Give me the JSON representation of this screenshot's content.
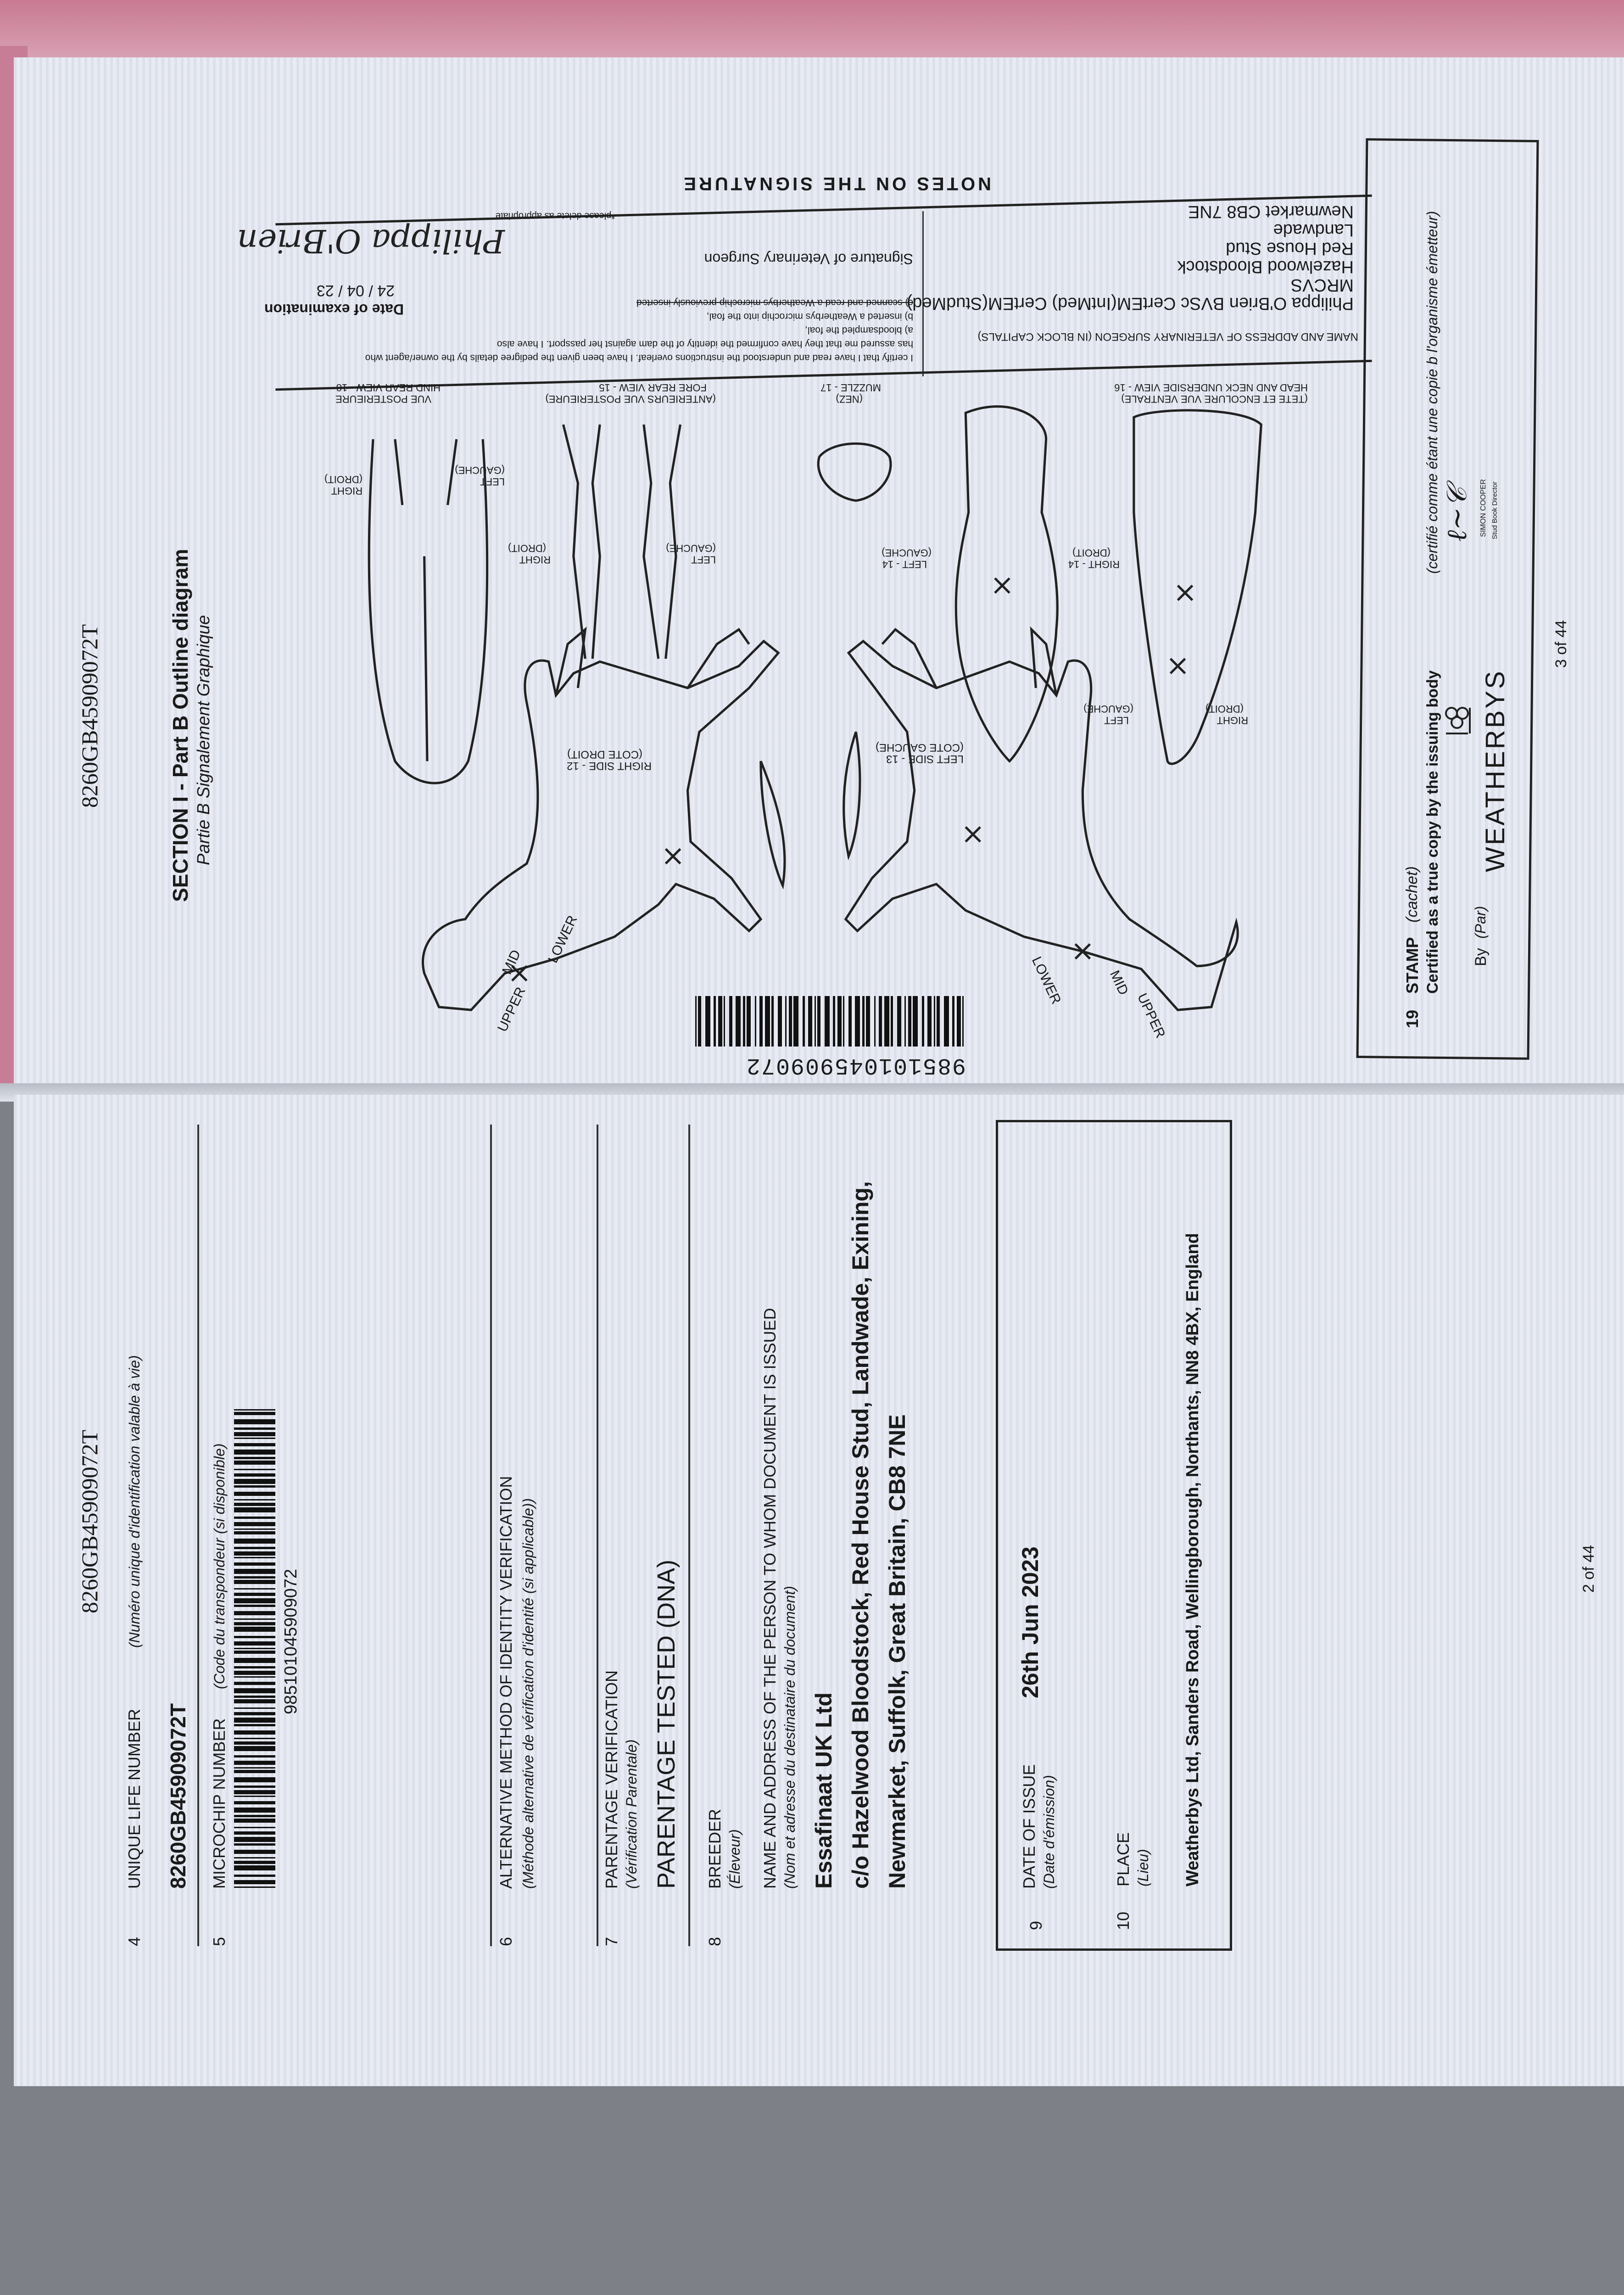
{
  "page_right": {
    "ueln_header": "8260GB45909072T",
    "section_title": "SECTION I - Part B Outline diagram",
    "section_subtitle": "Partie B Signalement Graphique",
    "top_cut_heading": "NOTES ON THE SIGNATURE",
    "diagram_labels": {
      "right_side": "RIGHT SIDE - 12",
      "right_side_fr": "(COTE DROIT)",
      "left_side": "LEFT SIDE - 13",
      "left_side_fr": "(COTE GAUCHE)",
      "upper": "UPPER",
      "mid": "MID",
      "lower": "LOWER",
      "upper2": "UPPER",
      "mid2": "MID",
      "lower2": "LOWER",
      "right_14": "RIGHT - 14",
      "right_14_fr": "(DROIT)",
      "left_14": "LEFT - 14",
      "left_14_fr": "(GAUCHE)",
      "left_neck": "LEFT",
      "left_neck_fr": "(GAUCHE)",
      "right_neck": "RIGHT",
      "right_neck_fr": "(DROIT)",
      "fore_left": "LEFT",
      "fore_left_fr": "(GAUCHE)",
      "fore_right": "RIGHT",
      "fore_right_fr": "(DROIT)",
      "hind_left": "LEFT",
      "hind_left_fr": "(GAUCHE)",
      "hind_right": "RIGHT",
      "hind_right_fr": "(DROIT)",
      "head_neck": "HEAD AND NECK UNDERSIDE VIEW - 16",
      "head_neck_fr": "(TETE ET ENCOLURE VUE VENTRALE)",
      "muzzle": "MUZZLE - 17",
      "muzzle_fr": "(NEZ)",
      "fore_rear": "FORE REAR VIEW - 15",
      "fore_rear_fr": "(ANTERIEURS VUE POSTERIEURE)",
      "hind_rear": "HIND REAR VIEW - 18",
      "hind_rear_fr": "VUE POSTERIEURE"
    },
    "microchip_barcode_digits": "985101045909072",
    "vet": {
      "name_label": "NAME AND ADDRESS OF VETERINARY SURGEON (IN BLOCK CAPITALS)",
      "address_lines": [
        "Philippa O'Brien BVSc CertEM(IntMed) CertEM(StudMed)",
        "MRCVS",
        "Hazelwood Bloodstock",
        "Red House Stud",
        "Landwade",
        "Newmarket CB8 7NE"
      ],
      "certify_lines": [
        "I certify that I have read and understood the instructions overleaf. I have been given the pedigree details by the owner/agent who",
        "has assured me that they have confirmed the identity of the dam against her passport. I have also",
        "a) bloodsampled the foal,",
        "b) inserted a Weatherbys microchip into the foal,",
        "c) scanned and read a Weatherbys microchip previously inserted"
      ],
      "delete_note": "*please delete as appropriate",
      "signature_label": "Signature of Veterinary Surgeon",
      "signature": "Philippa O'Brien",
      "date_label": "Date of examination",
      "date_value": "24 / 04 / 23"
    },
    "stamp": {
      "number": "19",
      "title": "STAMP",
      "title_fr": "(cachet)",
      "certified": "Certified as a true copy by the issuing body",
      "certified_fr": "(certifié comme étant une copie b l'organisme émetteur)",
      "by": "By",
      "by_fr": "(Par)",
      "brand": "WEATHERBYS",
      "signatory_name": "SIMON COOPER",
      "signatory_title": "Stud Book Director"
    },
    "page_number": "3 of 44"
  },
  "page_left": {
    "ueln_header": "8260GB45909072T",
    "fields": {
      "ueln": {
        "number": "4",
        "label": "UNIQUE LIFE NUMBER",
        "label_fr": "(Numéro unique d'identification valable à vie)",
        "value": "8260GB45909072T"
      },
      "microchip": {
        "number": "5",
        "label": "MICROCHIP NUMBER",
        "label_fr": "(Code du transpondeur (si disponible)",
        "value": "985101045909072"
      },
      "alt_method": {
        "number": "6",
        "label": "ALTERNATIVE METHOD OF IDENTITY VERIFICATION",
        "label_fr": "(Méthode alternative de vérification d'identité (si applicable))"
      },
      "parentage": {
        "number": "7",
        "label": "PARENTAGE VERIFICATION",
        "label_fr": "(Vérification Parentale)",
        "value": "PARENTAGE TESTED (DNA)"
      },
      "breeder": {
        "number": "8",
        "label": "BREEDER",
        "label_fr": "(Éleveur)"
      },
      "addressee": {
        "label": "NAME AND ADDRESS OF THE PERSON TO WHOM DOCUMENT IS ISSUED",
        "label_fr": "(Nom et adresse du destinataire du document)",
        "lines": [
          "Essafinaat UK Ltd",
          "c/o Hazelwood Bloodstock, Red House Stud, Landwade, Exining,",
          "Newmarket, Suffolk, Great Britain, CB8 7NE"
        ]
      },
      "date_of_issue": {
        "number": "9",
        "label": "DATE OF ISSUE",
        "label_fr": "(Date d'émission)",
        "value": "26th Jun 2023"
      },
      "place": {
        "number": "10",
        "label": "PLACE",
        "label_fr": "(Lieu)",
        "value": "Weatherbys Ltd, Sanders Road, Wellingborough, Northants, NN8 4BX, England"
      }
    },
    "page_number": "2 of 44"
  }
}
